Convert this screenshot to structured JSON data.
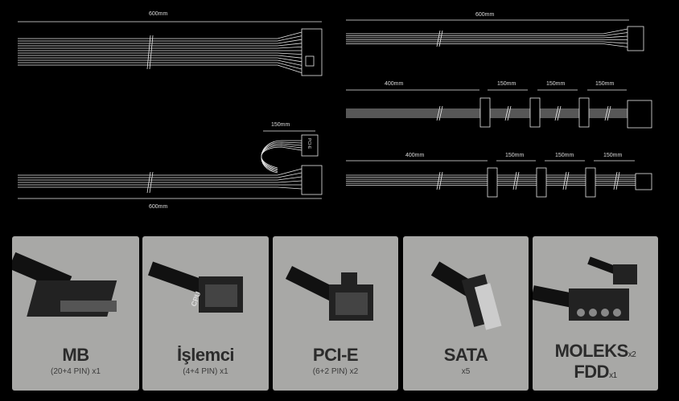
{
  "dimensions": {
    "mb_length": "600mm",
    "pcie_branch": "150mm",
    "pcie_length": "600mm",
    "cpu_length": "600mm",
    "sata_first": "400mm",
    "sata_seg1": "150mm",
    "sata_seg2": "150mm",
    "sata_seg3": "150mm",
    "molex_first": "400mm",
    "molex_seg1": "150mm",
    "molex_seg2": "150mm",
    "molex_seg3": "150mm"
  },
  "connector_labels": {
    "pcie": "PCI-E",
    "cpu": "CPU"
  },
  "cards": [
    {
      "title": "MB",
      "subtitle": "(20+4 PIN) x1"
    },
    {
      "title": "İşlemci",
      "subtitle": "(4+4 PIN) x1"
    },
    {
      "title": "PCI-E",
      "subtitle": "(6+2 PIN) x2"
    },
    {
      "title": "SATA",
      "subtitle": "x5"
    },
    {
      "title": "MOLEKS",
      "title_suffix": "x2",
      "title2": "FDD",
      "title2_suffix": "x1"
    }
  ]
}
